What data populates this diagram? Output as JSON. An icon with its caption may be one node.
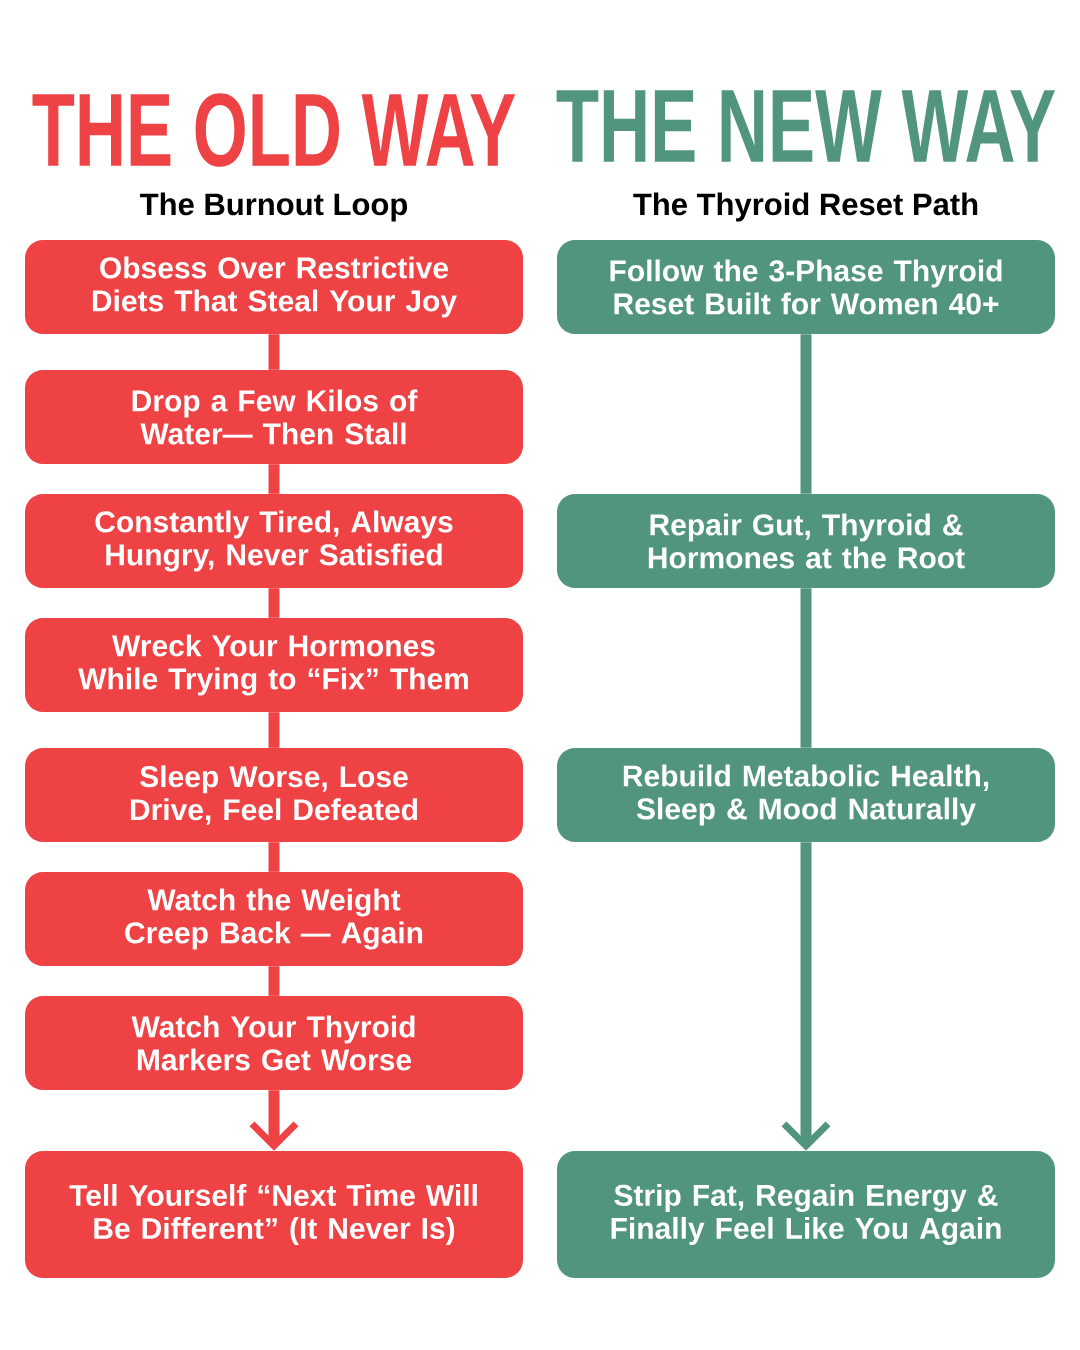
{
  "diagram": {
    "nodes": [
      {
        "text": [
          "Obsess Over Restrictive Diets That Steal Your Joy"
        ]
      },
      {
        "text": [
          "Drop a Few Kilos of Water— Then Stall"
        ]
      },
      {
        "text": [
          "Constantly Tired, Always Hungry, Never Satisfied"
        ]
      },
      {
        "text": [
          "Wreck Your Hormones While Trying to “Fix” Them"
        ]
      },
      {
        "text": [
          "Sleep Worse, Lose Drive, Feel Defeated"
        ]
      },
      {
        "text": [
          "Watch the Weight Creep Back — Again"
        ]
      },
      {
        "text": [
          "Watch Your Thyroid Markers Get Worse"
        ]
      },
      {
        "text": [
          "Tell Yourself “Next Time Will Be Different” (It Never Is)"
        ]
      },
      {
        "text": [
          "Follow the 3-Phase Thyroid Reset Built for Women 40+"
        ]
      },
      {
        "text": [
          "Repair Gut, Thyroid & Hormones at the Root"
        ]
      },
      {
        "text": [
          "Rebuild Metabolic Health, Sleep & Mood Naturally"
        ]
      },
      {
        "text": [
          "Strip Fat, Regain Energy & Finally Feel Like You Again"
        ]
      }
    ],
    "edges": [
      {
        "from": 0,
        "to": 1,
        "arrow": "none"
      },
      {
        "from": 1,
        "to": 2,
        "arrow": "none"
      },
      {
        "from": 2,
        "to": 3,
        "arrow": "none"
      },
      {
        "from": 3,
        "to": 4,
        "arrow": "none"
      },
      {
        "from": 4,
        "to": 5,
        "arrow": "none"
      },
      {
        "from": 5,
        "to": 6,
        "arrow": "none"
      },
      {
        "from": 6,
        "to": 7,
        "arrow": "to"
      },
      {
        "from": 8,
        "to": 9,
        "arrow": "none",
        "color": "#52957e"
      },
      {
        "from": 9,
        "to": 10,
        "arrow": "none",
        "color": "#52957e"
      },
      {
        "from": 10,
        "to": 11,
        "arrow": "to",
        "color": "#52957e"
      }
    ],
    "labels": [
      "THE OLD WAY",
      "THE NEW WAY",
      "The Burnout Loop",
      "The Thyroid Reset Path"
    ]
  }
}
